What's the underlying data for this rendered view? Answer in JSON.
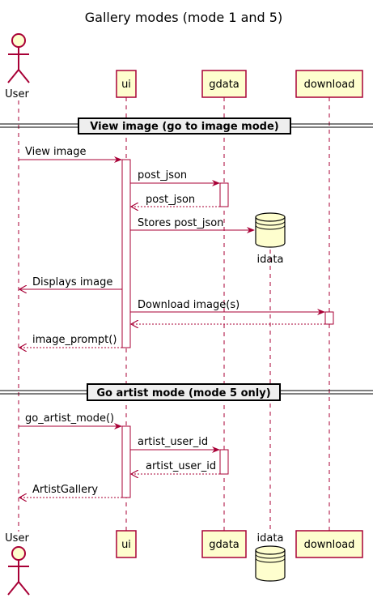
{
  "title": "Gallery modes (mode 1 and 5)",
  "participants": {
    "user": "User",
    "ui": "ui",
    "gdata": "gdata",
    "idata": "idata",
    "download": "download"
  },
  "sections": {
    "view_image": "View image (go to image mode)",
    "artist_mode": "Go artist mode (mode 5 only)"
  },
  "messages": {
    "view_image": "View image",
    "post_json_call": "post_json",
    "post_json_return": "post_json",
    "stores_post_json": "Stores post_json",
    "displays_image": "Displays image",
    "download_image": "Download image(s)",
    "image_prompt": "image_prompt()",
    "go_artist_mode": "go_artist_mode()",
    "artist_user_id_call": "artist_user_id",
    "artist_user_id_return": "artist_user_id",
    "artist_gallery": "ArtistGallery"
  },
  "colors": {
    "line": "#A80036",
    "box_fill": "#FEFECE"
  }
}
